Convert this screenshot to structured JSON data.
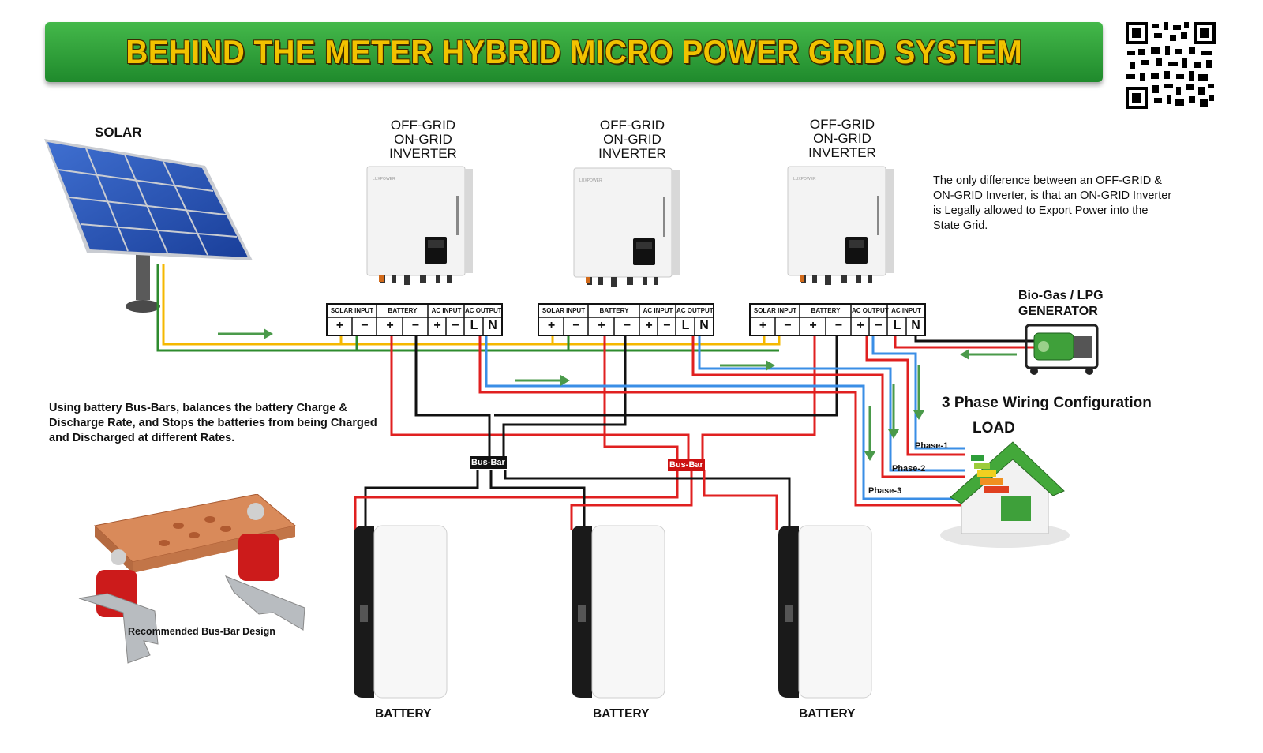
{
  "title": "BEHIND THE METER HYBRID MICRO POWER GRID SYSTEM",
  "solar_label": "SOLAR",
  "inverter_title": "OFF-GRID\nON-GRID\nINVERTER",
  "inverters": [
    {
      "terminal_groups": [
        "SOLAR INPUT",
        "BATTERY",
        "AC INPUT",
        "AC OUTPUT"
      ]
    },
    {
      "terminal_groups": [
        "SOLAR INPUT",
        "BATTERY",
        "AC INPUT",
        "AC OUTPUT"
      ]
    },
    {
      "terminal_groups": [
        "SOLAR INPUT",
        "BATTERY",
        "AC OUTPUT",
        "AC INPUT"
      ]
    }
  ],
  "terminal_symbols": [
    "+",
    "−",
    "+",
    "−",
    "+",
    "−",
    "L",
    "N"
  ],
  "inverter_note": "The only difference between an OFF-GRID & ON-GRID Inverter, is that an ON-GRID Inverter is Legally allowed to Export Power into the State Grid.",
  "generator_label": "Bio-Gas / LPG\nGENERATOR",
  "three_phase_label": "3 Phase Wiring Configuration",
  "load_label": "LOAD",
  "phases": [
    "Phase-1",
    "Phase-2",
    "Phase-3"
  ],
  "busbar_note": "Using battery Bus-Bars, balances the battery Charge & Discharge Rate, and Stops the batteries from being Charged and Discharged at different Rates.",
  "busbar_label": "Bus-Bar",
  "recommended_label": "Recommended Bus-Bar Design",
  "battery_label": "BATTERY",
  "brand_text": "LUXPOWER",
  "colors": {
    "banner_green": "#2e9e3a",
    "title_yellow": "#f2c200",
    "wire_red": "#e02020",
    "wire_black": "#111111",
    "wire_blue": "#3a8ee6",
    "wire_yellow": "#f5b800",
    "wire_green": "#2e8b2e",
    "arrow_green": "#4a9a4a",
    "busbar_red": "#cc1111"
  },
  "icons": [
    "solar-panel-icon",
    "inverter-icon",
    "generator-icon",
    "house-icon",
    "battery-icon",
    "qr-code-icon",
    "busbar-photo-icon"
  ]
}
